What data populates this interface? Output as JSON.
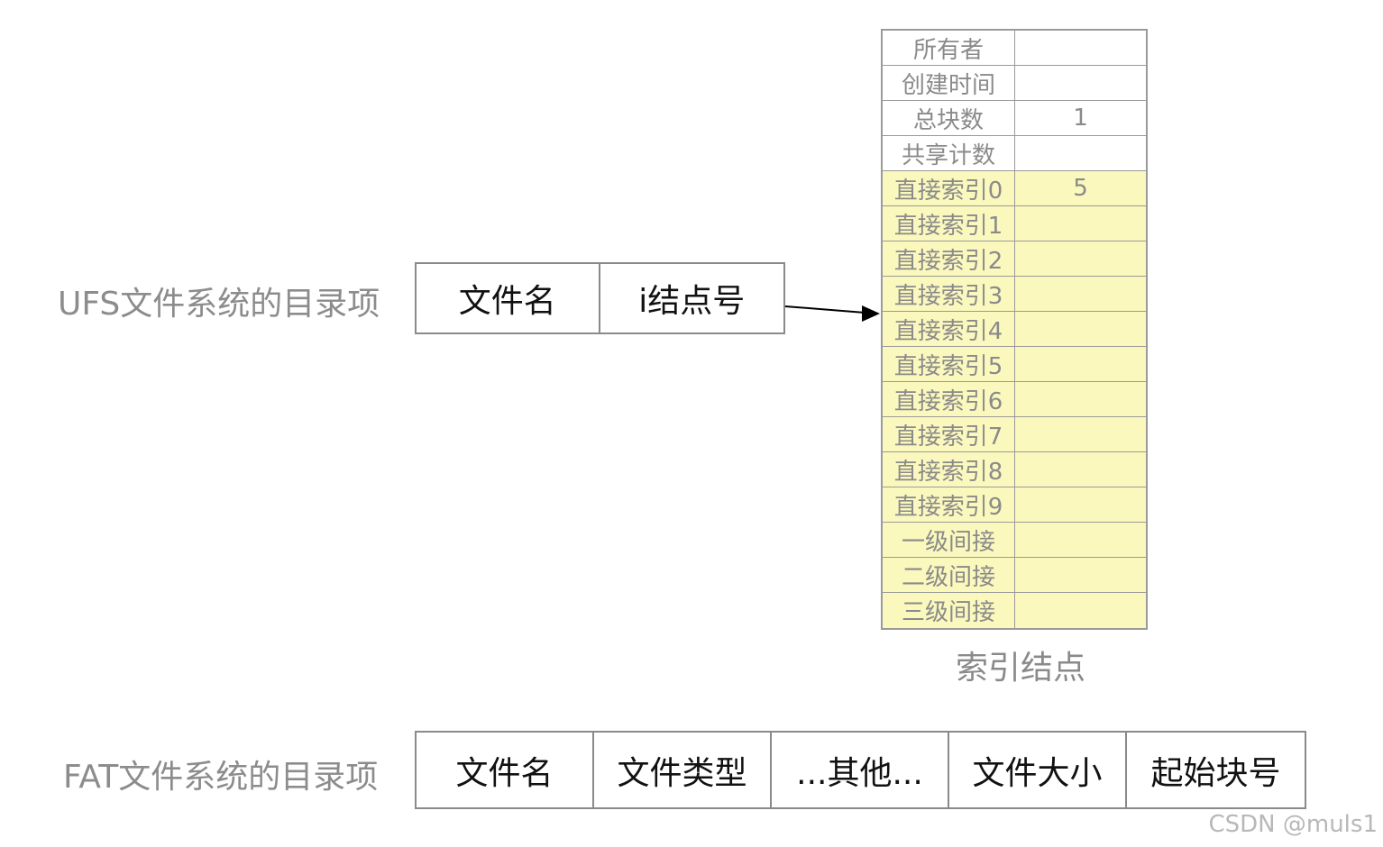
{
  "ufs": {
    "label": "UFS文件系统的目录项",
    "cells": [
      "文件名",
      "i结点号"
    ]
  },
  "inode": {
    "rows": [
      {
        "key": "所有者",
        "value": ""
      },
      {
        "key": "创建时间",
        "value": ""
      },
      {
        "key": "总块数",
        "value": "1"
      },
      {
        "key": "共享计数",
        "value": ""
      },
      {
        "key": "直接索引0",
        "value": "5"
      },
      {
        "key": "直接索引1",
        "value": ""
      },
      {
        "key": "直接索引2",
        "value": ""
      },
      {
        "key": "直接索引3",
        "value": ""
      },
      {
        "key": "直接索引4",
        "value": ""
      },
      {
        "key": "直接索引5",
        "value": ""
      },
      {
        "key": "直接索引6",
        "value": ""
      },
      {
        "key": "直接索引7",
        "value": ""
      },
      {
        "key": "直接索引8",
        "value": ""
      },
      {
        "key": "直接索引9",
        "value": ""
      },
      {
        "key": "一级间接",
        "value": ""
      },
      {
        "key": "二级间接",
        "value": ""
      },
      {
        "key": "三级间接",
        "value": ""
      }
    ],
    "caption": "索引结点",
    "highlight_color": "#fbf8be"
  },
  "fat": {
    "label": "FAT文件系统的目录项",
    "cells": [
      "文件名",
      "文件类型",
      "...其他...",
      "文件大小",
      "起始块号"
    ]
  },
  "watermark": "CSDN @muls1"
}
